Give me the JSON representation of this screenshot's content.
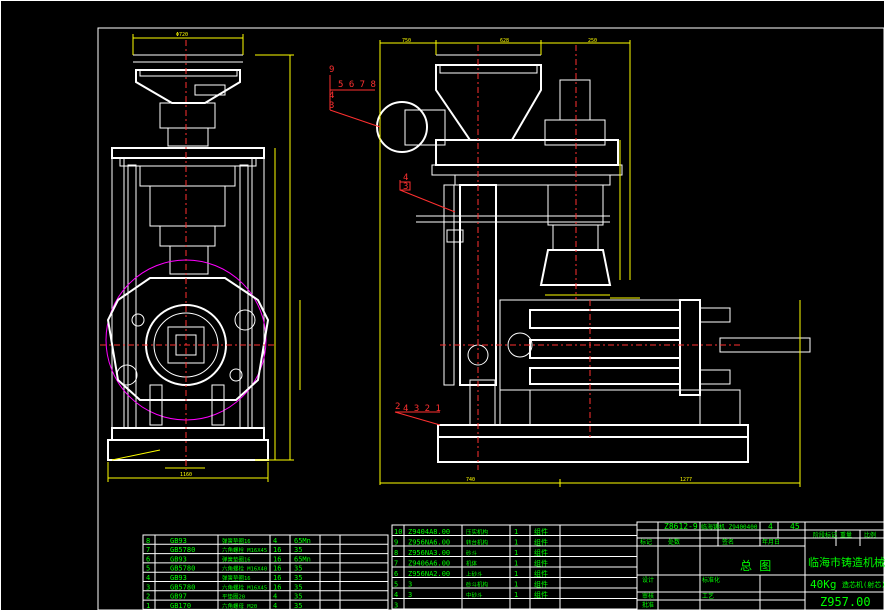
{
  "colors": {
    "background": "#000000",
    "outline": "#ffffff",
    "dimension": "#ffff00",
    "text": "#00ff00",
    "leader": "#ff3030",
    "pitch_circle": "#ff00ff"
  },
  "callouts": {
    "top_number": "9",
    "top_row": "5 6 7 8",
    "top_col_1": "4",
    "top_col_2": "3",
    "mid_a": "4",
    "mid_b": "3",
    "bottom_left": "2",
    "bottom_row": "4 3 2 1"
  },
  "dimensions": {
    "front_top_width": "Φ720",
    "front_bottom_width": "1160",
    "side_left_top": "750",
    "side_mid_top": "628",
    "side_right_top": "250",
    "side_bottom_left": "740",
    "side_bottom_right": "1277"
  },
  "parts_list_left": [
    {
      "no": "8",
      "code": "GB93",
      "name": "弹簧垫圈16",
      "qty": "4",
      "mat": "65Mn"
    },
    {
      "no": "7",
      "code": "GB5780",
      "name": "六角螺栓 M16X45",
      "qty": "16",
      "mat": "35"
    },
    {
      "no": "6",
      "code": "GB93",
      "name": "弹簧垫圈16",
      "qty": "16",
      "mat": "65Mn"
    },
    {
      "no": "5",
      "code": "GB5780",
      "name": "六角螺栓 M16X40",
      "qty": "16",
      "mat": "35"
    },
    {
      "no": "4",
      "code": "GB93",
      "name": "弹簧垫圈16",
      "qty": "16",
      "mat": "35"
    },
    {
      "no": "3",
      "code": "GB5780",
      "name": "六角螺栓 M16X45",
      "qty": "16",
      "mat": "35"
    },
    {
      "no": "2",
      "code": "GB97",
      "name": "平垫圈20",
      "qty": "4",
      "mat": "35"
    },
    {
      "no": "1",
      "code": "GB170",
      "name": "六角螺母 M20",
      "qty": "4",
      "mat": "35"
    }
  ],
  "parts_list_right": [
    {
      "no": "10",
      "code": "Z9404A8.00",
      "name": "压实机构",
      "qty": "1",
      "mat": "组件"
    },
    {
      "no": "9",
      "code": "Z956NA6.00",
      "name": "转台机构",
      "qty": "1",
      "mat": "组件"
    },
    {
      "no": "8",
      "code": "Z956NA3.00",
      "name": "砂斗",
      "qty": "1",
      "mat": "组件"
    },
    {
      "no": "7",
      "code": "Z9406A6.00",
      "name": "机体",
      "qty": "1",
      "mat": "组件"
    },
    {
      "no": "6",
      "code": "Z956NA2.00",
      "name": "上砂斗",
      "qty": "1",
      "mat": "组件"
    },
    {
      "no": "5",
      "code": "3",
      "name": "砂斗机构",
      "qty": "1",
      "mat": "组件"
    },
    {
      "no": "4",
      "code": "3",
      "name": "中砂斗",
      "qty": "1",
      "mat": "组件"
    },
    {
      "no": "3",
      "code": "",
      "name": "",
      "qty": "",
      "mat": ""
    }
  ],
  "title_block": {
    "ref_code": "Z8612-9",
    "ref_code_2": "临海铸机 Z9400400",
    "sheet_qty": "4",
    "sheet_no": "45",
    "drawing_title": "总 图",
    "company": "临海市铸造机械厂",
    "product": "40Kg",
    "product_sub": "造芯机(射芯)",
    "drawing_number": "Z957.00",
    "labels": [
      "标记",
      "处数",
      "分区",
      "更改文件号",
      "签名",
      "年月日",
      "设计",
      "标准化",
      "阶段标记",
      "重量",
      "比例",
      "审核",
      "工艺",
      "批准"
    ]
  }
}
